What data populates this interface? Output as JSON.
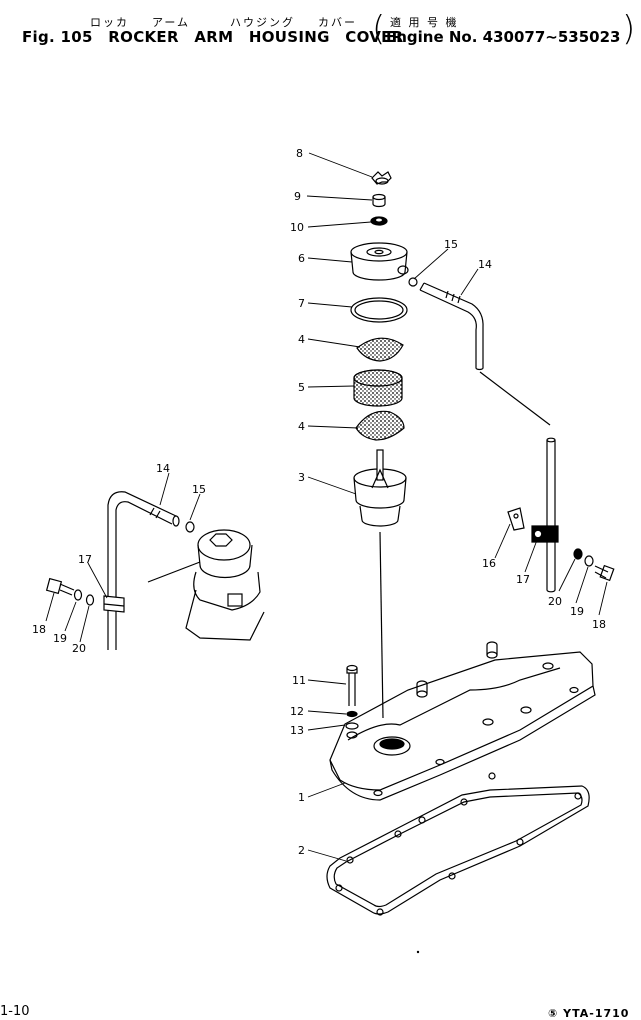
{
  "header": {
    "jp_part_name": [
      "ロッカ",
      "アーム",
      "ハウジング",
      "カバー"
    ],
    "jp_applicable": "適 用 号 機",
    "fig_label": "Fig. 105",
    "title_words": [
      "ROCKER",
      "ARM",
      "HOUSING",
      "COVER"
    ],
    "engine_no": "Engine No. 430077∼535023"
  },
  "callouts": [
    {
      "id": "c8",
      "text": "8"
    },
    {
      "id": "c9",
      "text": "9"
    },
    {
      "id": "c10",
      "text": "10"
    },
    {
      "id": "c6",
      "text": "6"
    },
    {
      "id": "c7",
      "text": "7"
    },
    {
      "id": "c4a",
      "text": "4"
    },
    {
      "id": "c5",
      "text": "5"
    },
    {
      "id": "c4b",
      "text": "4"
    },
    {
      "id": "c3",
      "text": "3"
    },
    {
      "id": "c15a",
      "text": "15"
    },
    {
      "id": "c14a",
      "text": "14"
    },
    {
      "id": "c14b",
      "text": "14"
    },
    {
      "id": "c15b",
      "text": "15"
    },
    {
      "id": "c17a",
      "text": "17"
    },
    {
      "id": "c18a",
      "text": "18"
    },
    {
      "id": "c19a",
      "text": "19"
    },
    {
      "id": "c20a",
      "text": "20"
    },
    {
      "id": "c16",
      "text": "16"
    },
    {
      "id": "c17b",
      "text": "17"
    },
    {
      "id": "c20b",
      "text": "20"
    },
    {
      "id": "c19b",
      "text": "19"
    },
    {
      "id": "c18b",
      "text": "18"
    },
    {
      "id": "c11",
      "text": "11"
    },
    {
      "id": "c12",
      "text": "12"
    },
    {
      "id": "c13",
      "text": "13"
    },
    {
      "id": "c1",
      "text": "1"
    },
    {
      "id": "c2",
      "text": "2"
    }
  ],
  "footer": {
    "page": "1-10",
    "code": "⑤ YTA-1710"
  }
}
